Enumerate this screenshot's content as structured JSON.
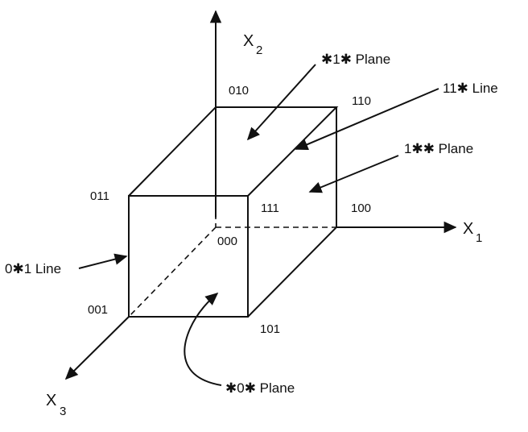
{
  "axes": {
    "x1": {
      "label": "X",
      "sub": "1"
    },
    "x2": {
      "label": "X",
      "sub": "2"
    },
    "x3": {
      "label": "X",
      "sub": "3"
    }
  },
  "vertices": {
    "v000": "000",
    "v001": "001",
    "v010": "010",
    "v011": "011",
    "v100": "100",
    "v101": "101",
    "v110": "110",
    "v111": "111"
  },
  "annotations": {
    "plane_star1star": "✱1✱ Plane",
    "line_11star": "11✱ Line",
    "plane_1starstar": "1✱✱ Plane",
    "line_0star1": "0✱1 Line",
    "plane_star0star": "✱0✱ Plane"
  },
  "colors": {
    "ink": "#111111",
    "background": "#ffffff"
  }
}
